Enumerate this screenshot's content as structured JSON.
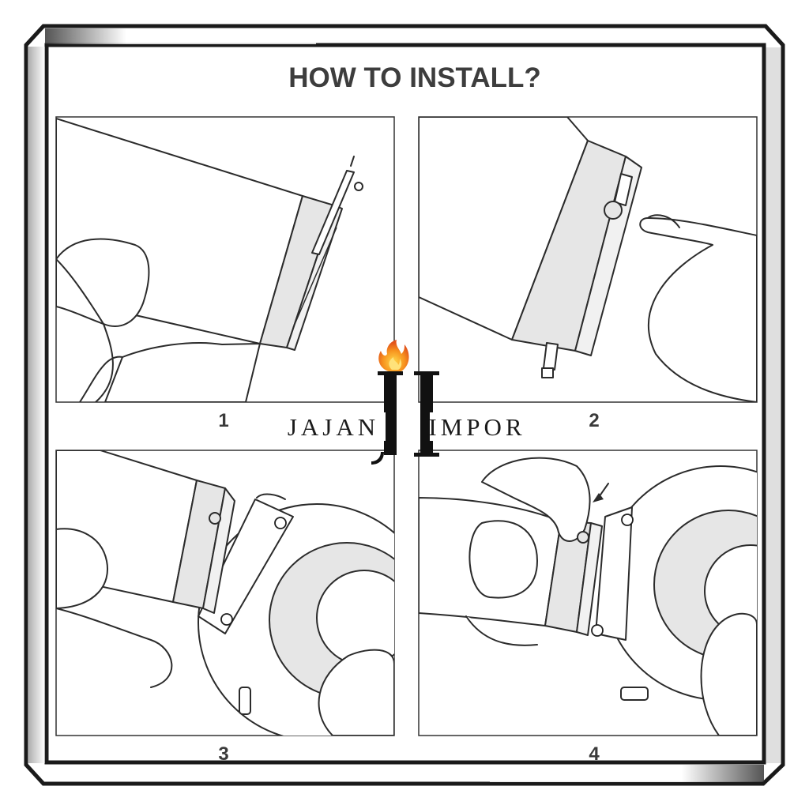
{
  "title": "HOW TO INSTALL?",
  "panels": [
    {
      "label": "1"
    },
    {
      "label": "2"
    },
    {
      "label": "3"
    },
    {
      "label": "4"
    }
  ],
  "watermark": {
    "monogram": "JI",
    "text_left": "JAJAN",
    "text_right": "IMPOR",
    "icon": "fire-icon"
  },
  "colors": {
    "frame": "#1a1a1a",
    "line": "#2b2b2b",
    "metal": "#e6e6e6",
    "flame": "#f08a1c"
  }
}
